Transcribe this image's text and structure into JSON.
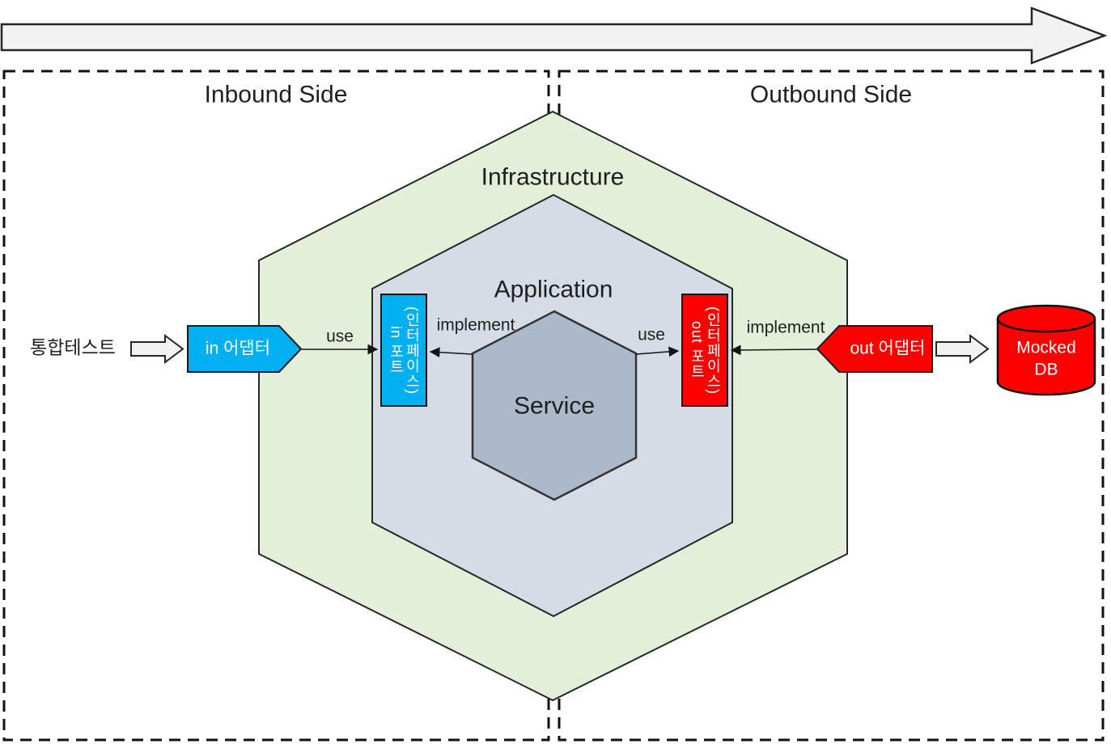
{
  "colors": {
    "cyan": "#00B0F0",
    "red": "#FF0000",
    "infrastructure_fill": "#E3EFD9",
    "application_fill": "#D6DCE5",
    "service_fill": "#ACB9CA",
    "block_arrow_fill": "#F2F2F2",
    "line": "#262626"
  },
  "sections": {
    "inbound": {
      "label": "Inbound Side"
    },
    "outbound": {
      "label": "Outbound Side"
    }
  },
  "layers": {
    "infrastructure": "Infrastructure",
    "application": "Application",
    "service": "Service"
  },
  "inbound": {
    "driver": "통합테스트",
    "adapter": "in 어댑터",
    "port_line1": "in 포트",
    "port_line2": "(인터페이스)",
    "use": "use",
    "implement": "implement"
  },
  "outbound": {
    "adapter": "out 어댑터",
    "port_line1": "out 포트",
    "port_line2": "(인터페이스)",
    "use": "use",
    "implement": "implement",
    "db_line1": "Mocked",
    "db_line2": "DB"
  }
}
